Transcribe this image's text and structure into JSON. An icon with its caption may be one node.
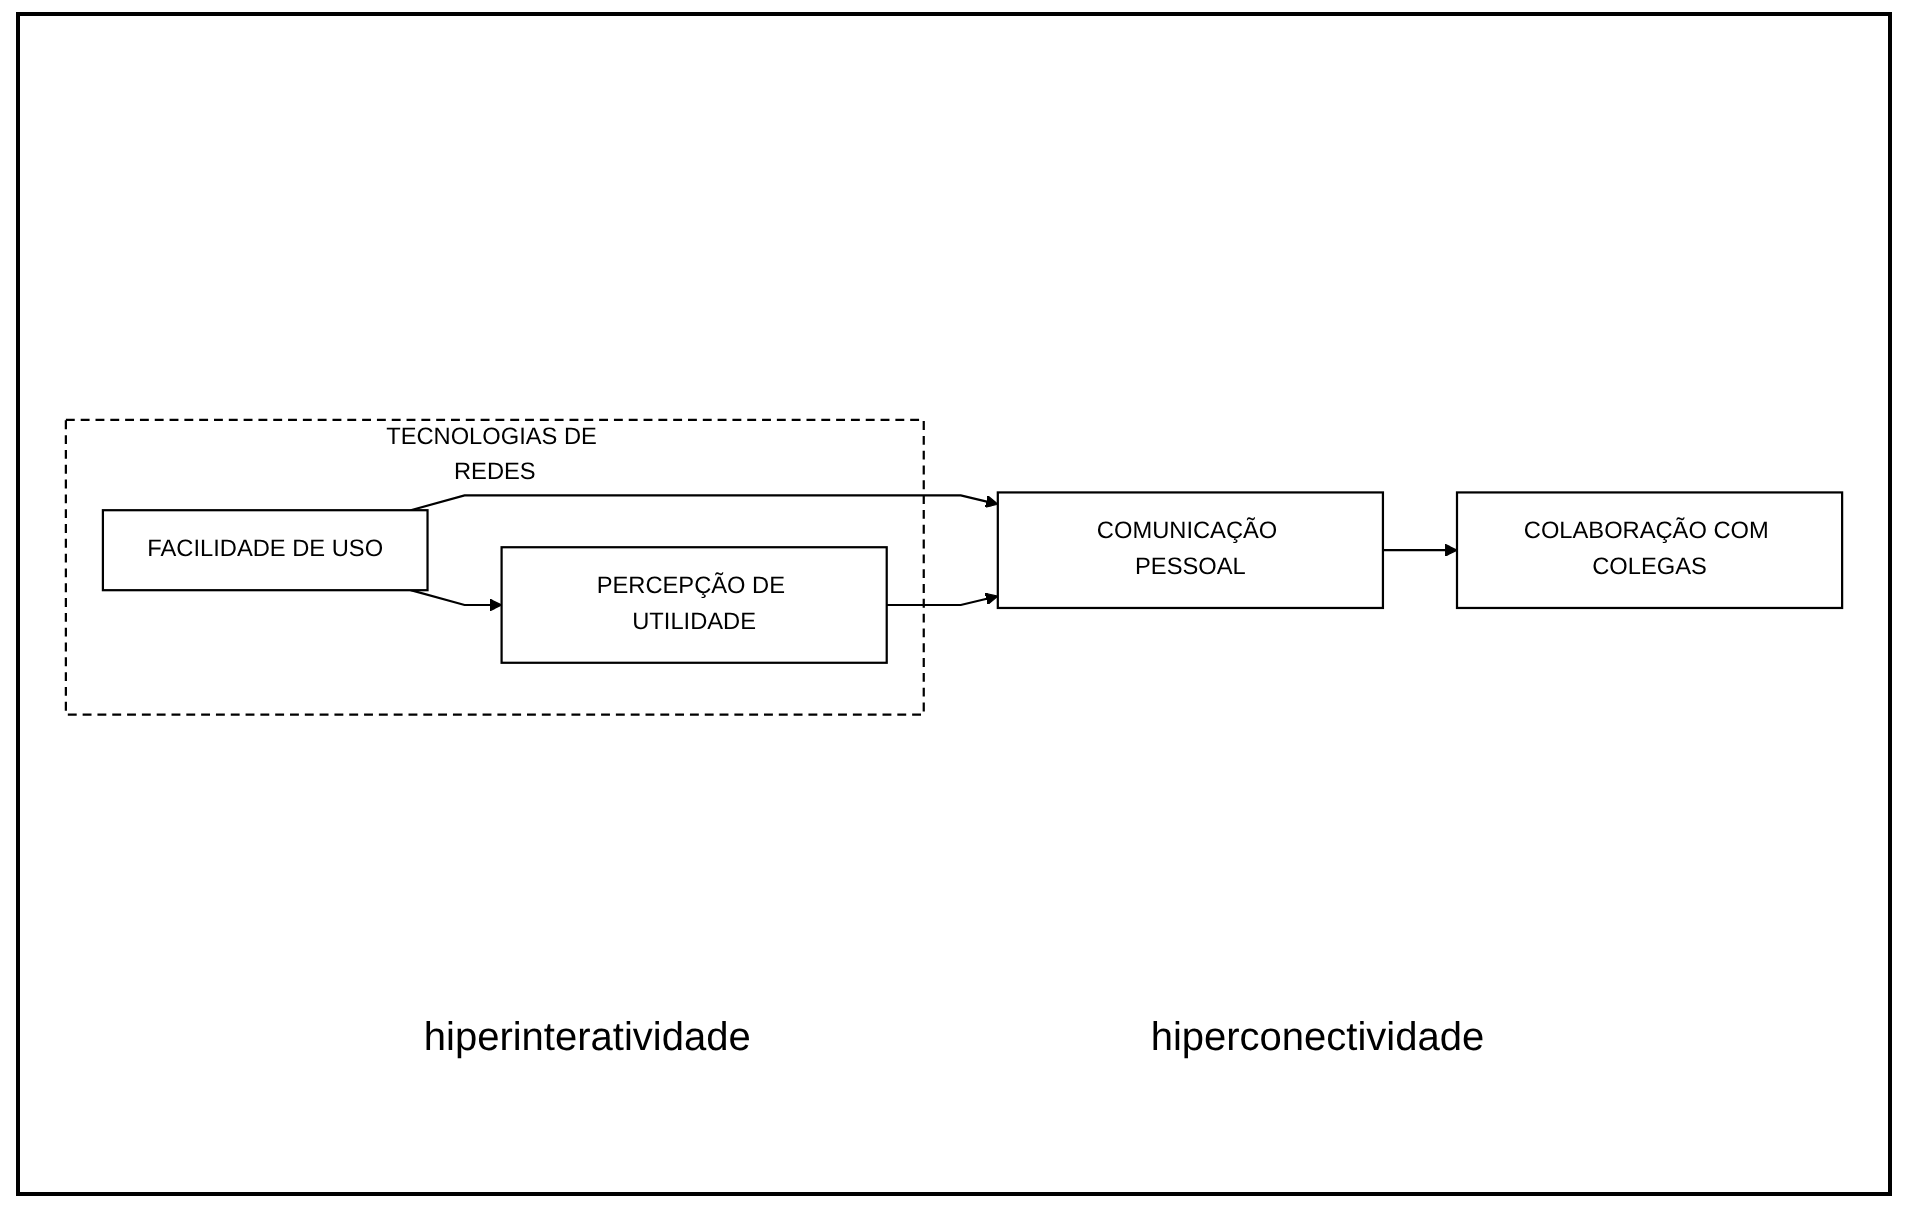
{
  "diagram": {
    "nodes": [
      {
        "text": [
          "TECNOLOGIAS DE REDES"
        ]
      },
      {
        "text": [
          "FACILIDADE DE USO"
        ],
        "in": 0
      },
      {
        "text": [
          "PERCEPÇÃO DE UTILIDADE"
        ],
        "in": 0
      },
      {
        "text": [
          "COMUNICAÇÃO PESSOAL"
        ]
      },
      {
        "text": [
          "COLABORAÇÃO COM COLEGAS"
        ]
      }
    ],
    "edges": [
      {
        "from": 1,
        "to": 2,
        "arrow": "to"
      },
      {
        "from": 1,
        "to": 3,
        "arrow": "to"
      },
      {
        "from": 2,
        "to": 3,
        "arrow": "to"
      },
      {
        "from": 3,
        "to": 4,
        "arrow": "to"
      }
    ],
    "labels": [
      "hiperinteratividade",
      "hiperconectividade"
    ]
  }
}
